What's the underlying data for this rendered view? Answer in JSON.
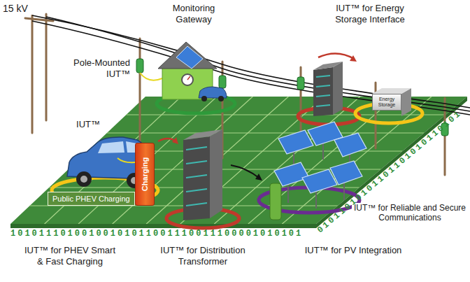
{
  "diagram": {
    "nodes": [
      {
        "text": [
          "Public PHEV Charging"
        ]
      },
      {
        "text": [
          "Charging"
        ]
      },
      {
        "text": [
          "Energy Storage"
        ]
      }
    ],
    "labels": [
      "15 kV",
      "Monitoring Gateway",
      "IUT™ for Energy Storage Interface",
      "Pole-Mounted IUT™",
      "IUT™",
      "IUT™ for Reliable and Secure Communications",
      "10101110100100101011001110011100001010101",
      "01011010101101101010110101",
      "IUT™ for PHEV Smart & Fast Charging",
      "IUT™ for Distribution Transformer",
      "IUT™ for PV Integration"
    ]
  }
}
